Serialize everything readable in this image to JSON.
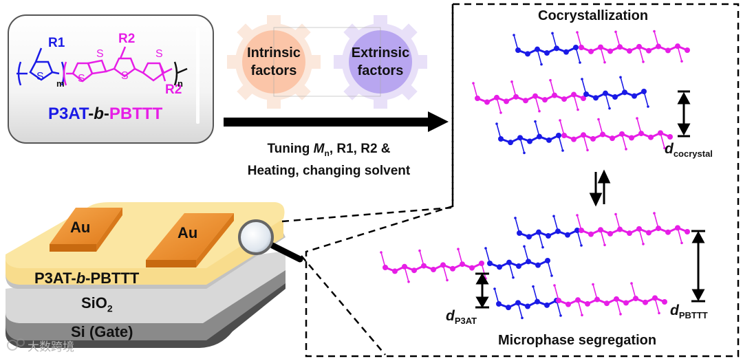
{
  "molecule": {
    "r1": "R1",
    "r2_top": "R2",
    "r2_bottom": "R2",
    "s_labels": [
      "S",
      "S",
      "S",
      "S",
      "S"
    ],
    "m_sub": "m",
    "n_sub": "n",
    "name_p3at": "P3AT",
    "name_dash1": "-",
    "name_b": "b",
    "name_dash2": "-",
    "name_pbttt": "PBTTT"
  },
  "factors": {
    "intrinsic_line1": "Intrinsic",
    "intrinsic_line2": "factors",
    "extrinsic_line1": "Extrinsic",
    "extrinsic_line2": "factors"
  },
  "tuning": {
    "line1_a": "Tuning ",
    "line1_m": "M",
    "line1_sub": "n",
    "line1_b": ", R1, R2 &",
    "line2": "Heating, changing solvent"
  },
  "device": {
    "electrode1": "Au",
    "electrode2": "Au",
    "film_a": "P3AT-",
    "film_b": "b",
    "film_c": "-PBTTT",
    "oxide": "SiO",
    "oxide_sub": "2",
    "gate": "Si (Gate)"
  },
  "panel": {
    "cocrystal_title": "Cocrystallization",
    "d_cocrystal": "d",
    "d_cocrystal_sub": "cocrystal",
    "segregation_title": "Microphase segregation",
    "d_p3at": "d",
    "d_p3at_sub": "P3AT",
    "d_pbttt": "d",
    "d_pbttt_sub": "PBTTT"
  },
  "watermark": "大数跨境",
  "colors": {
    "p3at": "#1a1ae6",
    "pbttt": "#e61ee6",
    "gold": "#f0902e",
    "film": "#f8dc8c"
  }
}
